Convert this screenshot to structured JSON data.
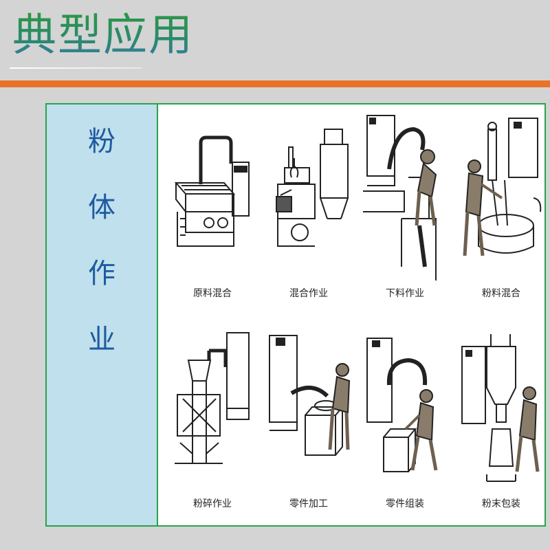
{
  "title": "典型应用",
  "panel": {
    "label_chars": [
      "粉",
      "体",
      "作",
      "业"
    ]
  },
  "applications": [
    {
      "caption": "原料混合",
      "icon": "raw-material-mixing-illustration"
    },
    {
      "caption": "混合作业",
      "icon": "mixing-work-illustration"
    },
    {
      "caption": "下料作业",
      "icon": "feeding-work-illustration"
    },
    {
      "caption": "粉料混合",
      "icon": "powder-mixing-illustration"
    },
    {
      "caption": "粉碎作业",
      "icon": "crushing-work-illustration"
    },
    {
      "caption": "零件加工",
      "icon": "parts-processing-illustration"
    },
    {
      "caption": "零件组装",
      "icon": "parts-assembly-illustration"
    },
    {
      "caption": "粉末包装",
      "icon": "powder-packaging-illustration"
    }
  ],
  "colors": {
    "background": "#d4d4d4",
    "accent_rule": "#e8742a",
    "frame_border": "#2aa24a",
    "side_panel": "#bfe0ec",
    "side_label": "#1e5aa0",
    "title_green": "#2e9a3a",
    "title_blue": "#3a76b4"
  }
}
